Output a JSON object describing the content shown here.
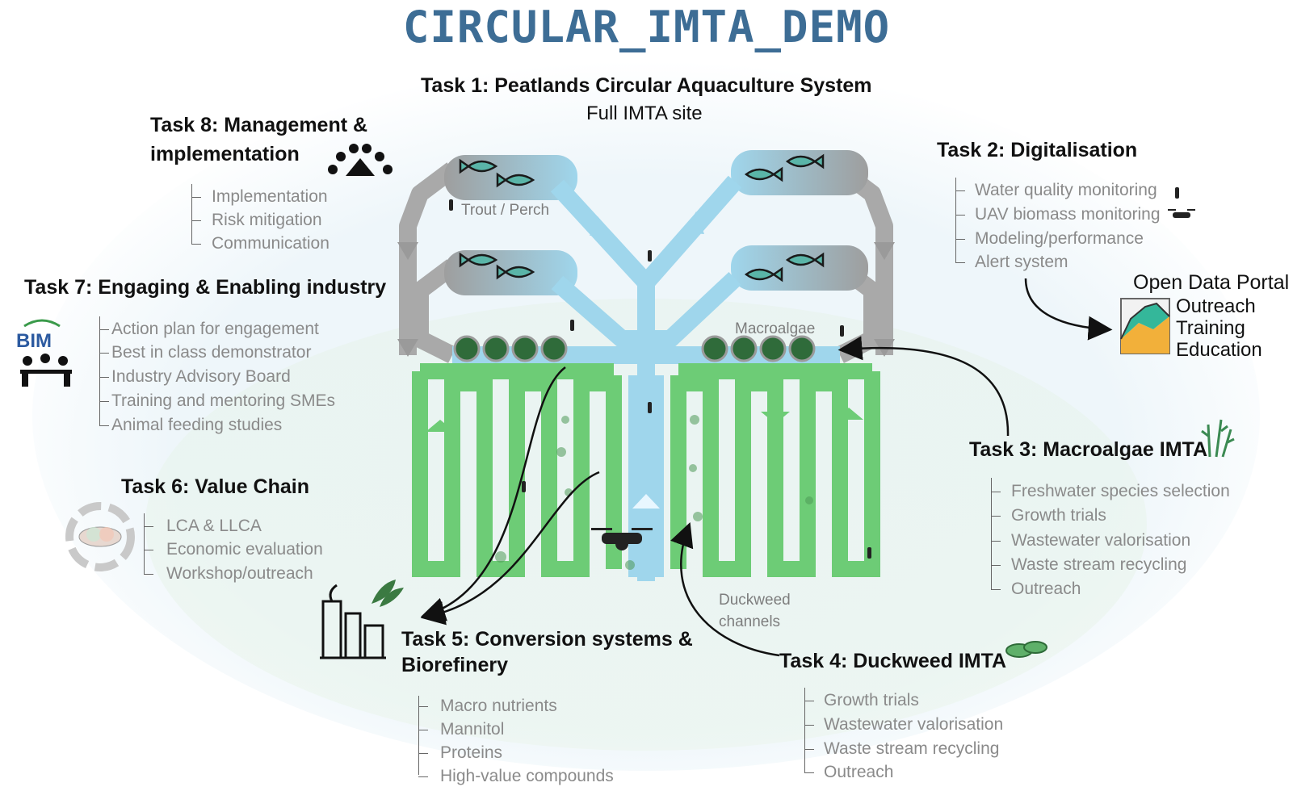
{
  "title": "CIRCULAR_IMTA_DEMO",
  "task1": {
    "title": "Task 1: Peatlands Circular Aquaculture System",
    "subtitle": "Full IMTA site"
  },
  "task2": {
    "title": "Task 2: Digitalisation",
    "items": [
      "Water quality monitoring",
      "UAV biomass monitoring",
      "Modeling/performance",
      "Alert system"
    ]
  },
  "portal": {
    "title": "Open Data Portal",
    "items": [
      "Outreach",
      "Training",
      "Education"
    ]
  },
  "task3": {
    "title": "Task 3: Macroalgae IMTA",
    "items": [
      "Freshwater species selection",
      "Growth trials",
      "Wastewater valorisation",
      "Waste stream recycling",
      "Outreach"
    ]
  },
  "task4": {
    "title": "Task 4: Duckweed IMTA",
    "items": [
      "Growth trials",
      "Wastewater valorisation",
      "Waste stream recycling",
      "Outreach"
    ]
  },
  "task5": {
    "title_line1": "Task 5: Conversion systems  &",
    "title_line2": "Biorefinery",
    "items": [
      "Macro nutrients",
      "Mannitol",
      "Proteins",
      "High-value compounds"
    ]
  },
  "task6": {
    "title": "Task 6: Value Chain",
    "items": [
      "LCA & LLCA",
      "Economic evaluation",
      "Workshop/outreach"
    ]
  },
  "task7": {
    "title": "Task 7: Engaging & Enabling industry",
    "items": [
      "Action plan for engagement",
      "Best in class demonstrator",
      "Industry Advisory Board",
      "Training and mentoring SMEs",
      "Animal feeding studies"
    ]
  },
  "task8": {
    "title_line1": "Task 8: Management &",
    "title_line2": "implementation",
    "items": [
      "Implementation",
      "Risk mitigation",
      "Communication"
    ]
  },
  "labels": {
    "fish": "Trout / Perch",
    "macroalgae": "Macroalgae",
    "duckweed_line1": "Duckweed",
    "duckweed_line2": "channels",
    "logo": "BIM"
  },
  "colors": {
    "title": "#3d6d95",
    "water": "#9fd6ec",
    "duckweed": "#6dcc76",
    "return_pipe": "#a9a9a9"
  }
}
